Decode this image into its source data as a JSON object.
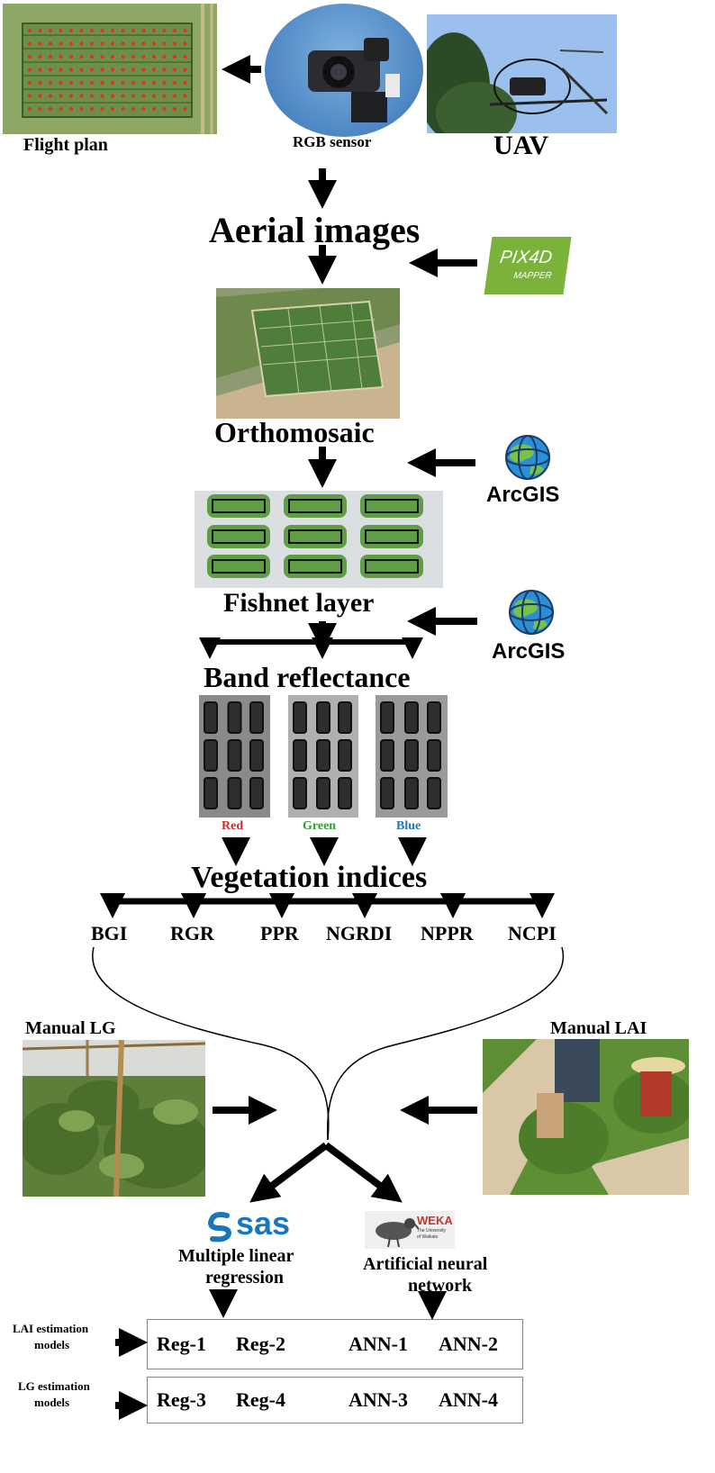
{
  "top": {
    "flight_plan": "Flight plan",
    "rgb_sensor": "RGB sensor",
    "uav": "UAV"
  },
  "steps": {
    "aerial_images": "Aerial images",
    "orthomosaic": "Orthomosaic",
    "fishnet_layer": "Fishnet layer",
    "band_reflectance": "Band reflectance",
    "vegetation_indices": "Vegetation indices"
  },
  "software": {
    "pix4d_line1": "PIX4D",
    "pix4d_line2": "MAPPER",
    "arcgis_1": "ArcGIS",
    "arcgis_2": "ArcGIS",
    "sas": "sas",
    "weka": "WEKA",
    "weka_sub1": "The University",
    "weka_sub2": "of Waikato"
  },
  "bands": {
    "red": "Red",
    "green": "Green",
    "blue": "Blue",
    "red_color": "#d62728",
    "green_color": "#2ca02c",
    "blue_color": "#1f77b4"
  },
  "indices": [
    "BGI",
    "RGR",
    "PPR",
    "NGRDI",
    "NPPR",
    "NCPI"
  ],
  "manual": {
    "lg": "Manual LG",
    "lai": "Manual LAI"
  },
  "methods": {
    "mlr_line1": "Multiple linear",
    "mlr_line2": "regression",
    "ann_line1": "Artificial neural",
    "ann_line2": "network"
  },
  "models": {
    "lai_label_1": "LAI estimation",
    "lai_label_2": "models",
    "lg_label_1": "LG estimation",
    "lg_label_2": "models",
    "lai_row": [
      "Reg-1",
      "Reg-2",
      "ANN-1",
      "ANN-2"
    ],
    "lg_row": [
      "Reg-3",
      "Reg-4",
      "ANN-3",
      "ANN-4"
    ]
  }
}
